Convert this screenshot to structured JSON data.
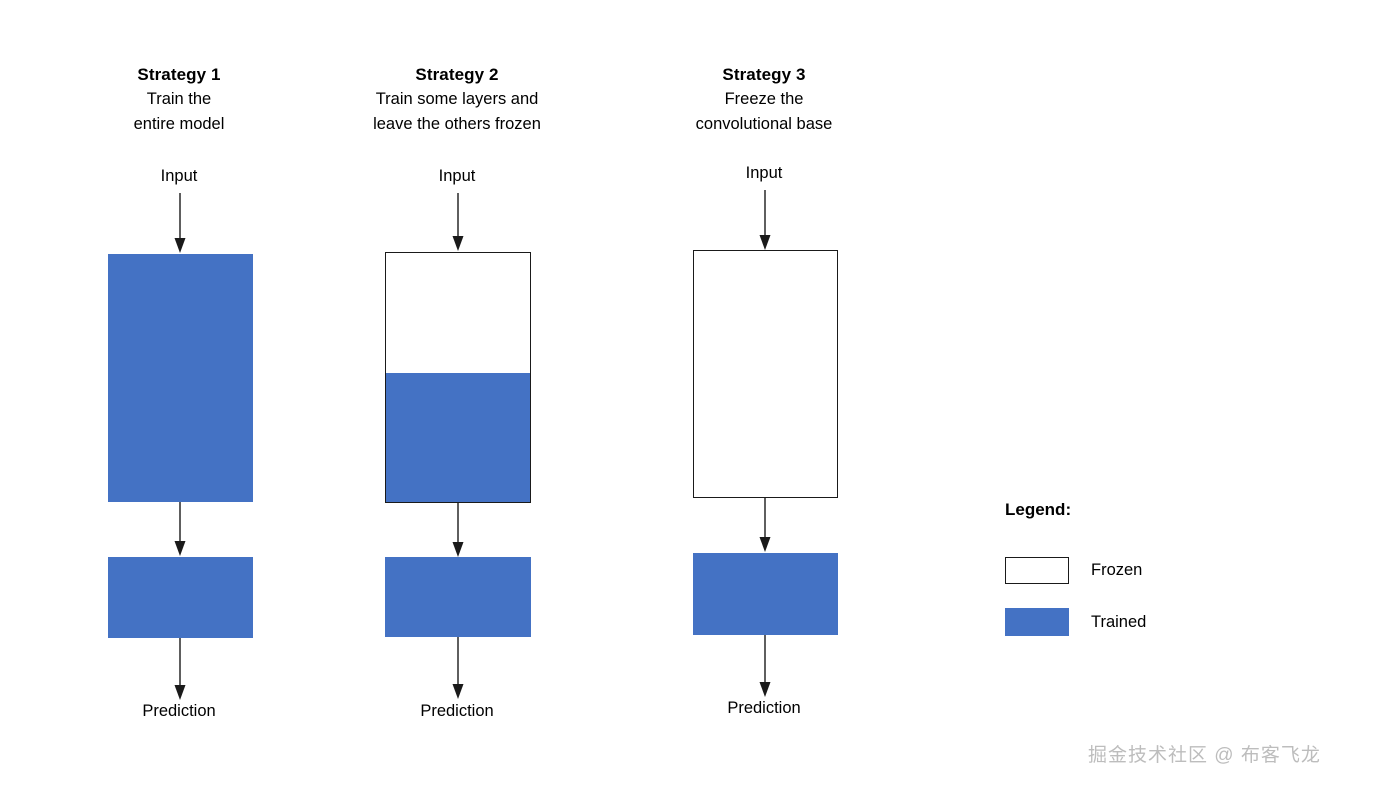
{
  "figure": {
    "type": "diagram",
    "subject": "Transfer learning fine-tuning strategies",
    "background_color": "#ffffff",
    "trained_color": "#4472c4",
    "frozen_color": "#ffffff",
    "stroke_color": "#1a1a1a"
  },
  "columns": [
    {
      "id": "strategy-1",
      "title": "Strategy 1",
      "subtitle_line1": "Train the",
      "subtitle_line2": "entire model",
      "input_label": "Input",
      "output_label": "Prediction",
      "base_block": {
        "kind": "solid",
        "state": "Trained",
        "trained_fraction": 1.0,
        "frozen_fraction": 0.0
      },
      "head_block": {
        "kind": "solid",
        "state": "Trained"
      }
    },
    {
      "id": "strategy-2",
      "title": "Strategy 2",
      "subtitle_line1": "Train some layers and",
      "subtitle_line2": "leave the others frozen",
      "input_label": "Input",
      "output_label": "Prediction",
      "base_block": {
        "kind": "split",
        "state": "Frozen top, Trained bottom",
        "trained_fraction": 0.52,
        "frozen_fraction": 0.48
      },
      "head_block": {
        "kind": "solid",
        "state": "Trained"
      }
    },
    {
      "id": "strategy-3",
      "title": "Strategy 3",
      "subtitle_line1": "Freeze the",
      "subtitle_line2": "convolutional base",
      "input_label": "Input",
      "output_label": "Prediction",
      "base_block": {
        "kind": "solid",
        "state": "Frozen",
        "trained_fraction": 0.0,
        "frozen_fraction": 1.0
      },
      "head_block": {
        "kind": "solid",
        "state": "Trained"
      }
    }
  ],
  "legend": {
    "title": "Legend:",
    "items": [
      {
        "label": "Frozen",
        "swatch": "frozen",
        "color": "#ffffff"
      },
      {
        "label": "Trained",
        "swatch": "trained",
        "color": "#4472c4"
      }
    ]
  },
  "watermark": {
    "text": "掘金技术社区 @ 布客飞龙"
  }
}
